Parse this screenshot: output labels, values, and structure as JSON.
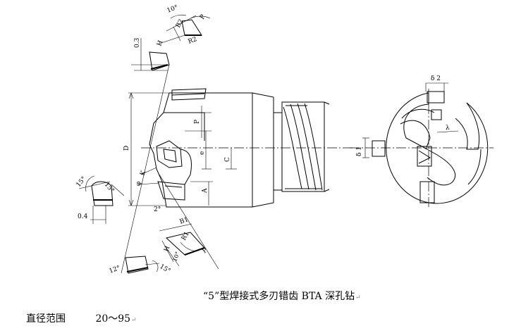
{
  "caption": {
    "title": "“5”型焊接式多刃错齿 BTA 深孔钻",
    "mark": "↵"
  },
  "range": {
    "label": "直径范围",
    "value": "20～95",
    "mark": "↵"
  },
  "dimensions": {
    "d_0_3": "0.3",
    "d_0_4": "0.4",
    "diameter": "D",
    "e": "e",
    "c": "C",
    "a": "A",
    "p": "P",
    "k": "K",
    "h_top": "H",
    "h_bottom": "H",
    "r2": "R2",
    "r1": "R1",
    "b2": "B2",
    "b1": "B1",
    "phi": "φ",
    "delta2": "δ 2",
    "delta1": "δ 1",
    "lambda": "λ"
  },
  "angles": {
    "a10": "10°",
    "a15_left": "15°",
    "a15_right": "15°",
    "a2": "2°",
    "a12": "12°",
    "a15_bottom": "15°",
    "a10_bottom": "10°"
  }
}
